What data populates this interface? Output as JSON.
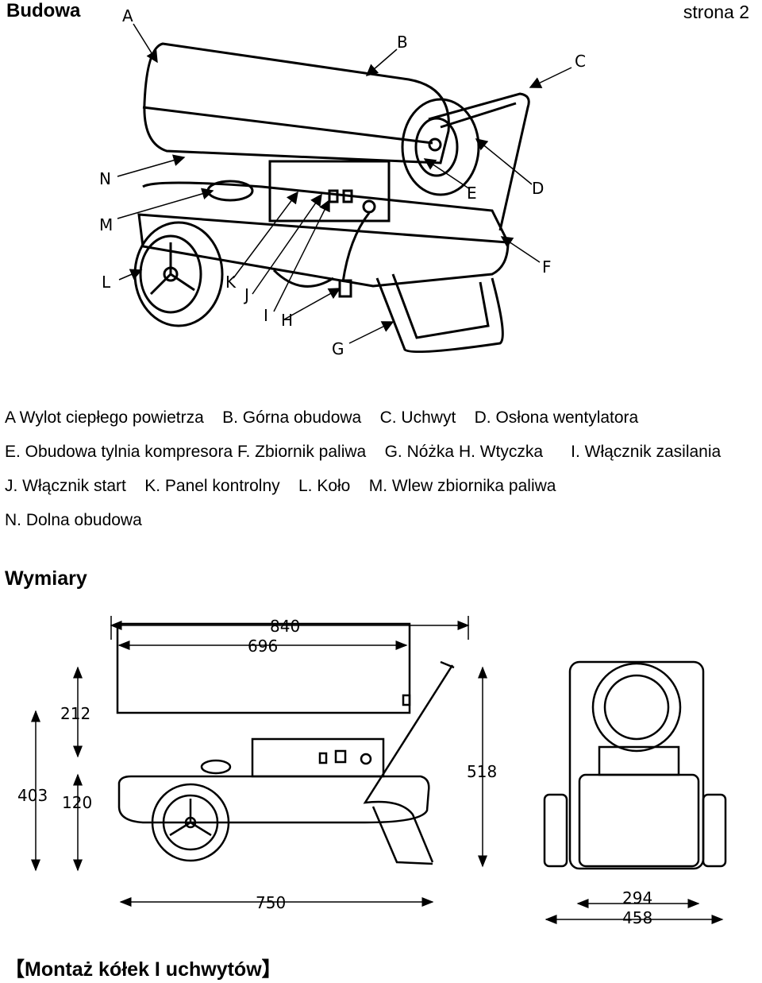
{
  "header": {
    "title": "Budowa",
    "page": "strona 2"
  },
  "labels": [
    "A",
    "B",
    "C",
    "D",
    "E",
    "F",
    "G",
    "H",
    "I",
    "J",
    "K",
    "L",
    "M",
    "N"
  ],
  "legend": [
    "A Wylot ciepłego powietrza",
    "B. Górna obudowa",
    "C. Uchwyt",
    "D. Osłona wentylatora",
    "E. Obudowa tylnia kompresora",
    "F. Zbiornik paliwa",
    "G. Nóżka",
    "H. Wtyczka",
    "I. Włącznik zasilania",
    "J. Włącznik start",
    "K. Panel kontrolny",
    "L. Koło",
    "M. Wlew zbiornika paliwa",
    "N. Dolna obudowa"
  ],
  "dimensions_title": "Wymiary",
  "dimensions": {
    "total_length": "840",
    "body_length": "696",
    "top_height": "212",
    "overall_height": "403",
    "tank_height": "120",
    "base_length": "750",
    "front_height": "518",
    "inner_width": "294",
    "outer_width": "458"
  },
  "mount_title": "【Montaż kółek I uchwytów】"
}
